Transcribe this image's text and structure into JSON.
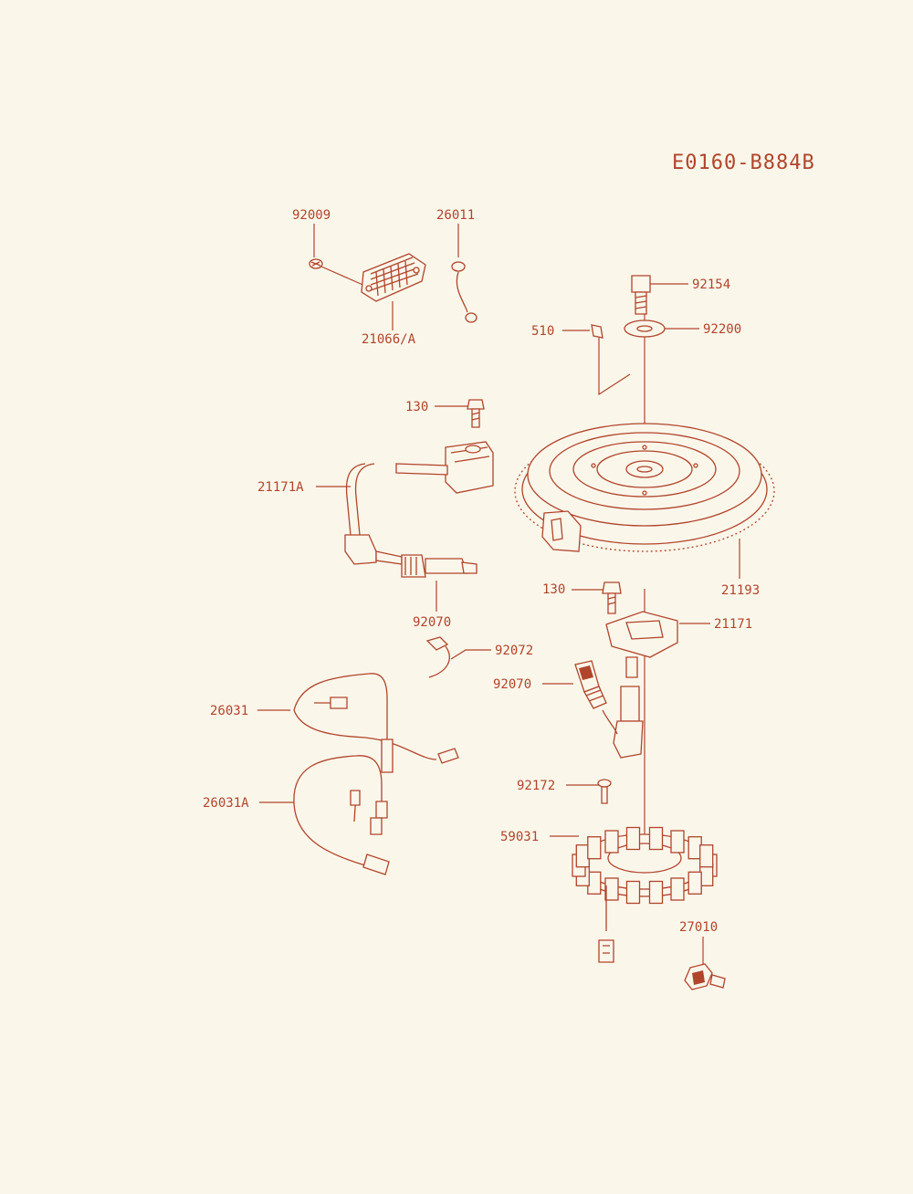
{
  "diagram_id": "E0160-B884B",
  "colors": {
    "line": "#b0452c",
    "background": "#fbf6ea"
  },
  "callouts": [
    {
      "id": "c92009",
      "text": "92009"
    },
    {
      "id": "c26011",
      "text": "26011"
    },
    {
      "id": "c21066",
      "text": "21066/A"
    },
    {
      "id": "c92154",
      "text": "92154"
    },
    {
      "id": "c510",
      "text": "510"
    },
    {
      "id": "c92200",
      "text": "92200"
    },
    {
      "id": "c130a",
      "text": "130"
    },
    {
      "id": "c21171A",
      "text": "21171A"
    },
    {
      "id": "c92070a",
      "text": "92070"
    },
    {
      "id": "c21193",
      "text": "21193"
    },
    {
      "id": "c130b",
      "text": "130"
    },
    {
      "id": "c21171",
      "text": "21171"
    },
    {
      "id": "c92072",
      "text": "92072"
    },
    {
      "id": "c92070b",
      "text": "92070"
    },
    {
      "id": "c26031",
      "text": "26031"
    },
    {
      "id": "c92172",
      "text": "92172"
    },
    {
      "id": "c26031A",
      "text": "26031A"
    },
    {
      "id": "c59031",
      "text": "59031"
    },
    {
      "id": "c27010",
      "text": "27010"
    }
  ]
}
